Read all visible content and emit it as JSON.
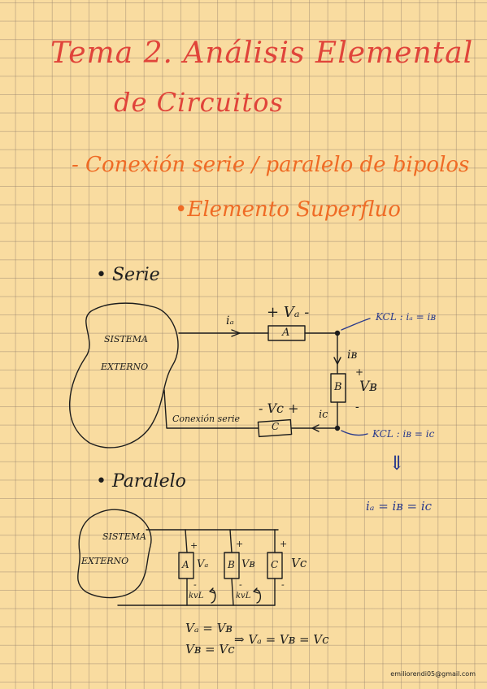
{
  "title": {
    "line1": "Tema 2. Análisis Elemental",
    "line2": "de Circuitos"
  },
  "topics": [
    "- Conexión serie / paralelo de bipolos",
    "•Elemento Superfluo"
  ],
  "serie": {
    "heading": "• Serie",
    "box_line1": "SISTEMA",
    "box_line2": "EXTERNO",
    "current_a": "iₐ",
    "va_label": "+ Vₐ -",
    "element_a": "A",
    "current_b": "iʙ",
    "vb_label": "Vʙ",
    "vb_plus": "+",
    "vb_minus": "-",
    "element_b": "B",
    "current_c": "ic",
    "vc_label": "- Vc +",
    "element_c": "C",
    "conexion_label": "Conexión serie",
    "kcl_top": "KCL : iₐ = iʙ",
    "kcl_bottom": "KCL : iʙ = ic",
    "arrow": "⇓",
    "result": "iₐ = iʙ = ic"
  },
  "paralelo": {
    "heading": "• Paralelo",
    "box_line1": "SISTEMA",
    "box_line2": "EXTERNO",
    "element_a": "A",
    "va": "Vₐ",
    "element_b": "B",
    "vb": "Vʙ",
    "element_c": "C",
    "vc": "Vc",
    "plus": "+",
    "minus": "-",
    "kvl1": "kvL",
    "kvl2": "kvL",
    "eq1": "Vₐ = Vʙ",
    "eq2": "Vʙ = Vc",
    "eq_result": "⇒ Vₐ = Vʙ = Vc"
  },
  "footer": "emiliorendi05@gmail.com"
}
